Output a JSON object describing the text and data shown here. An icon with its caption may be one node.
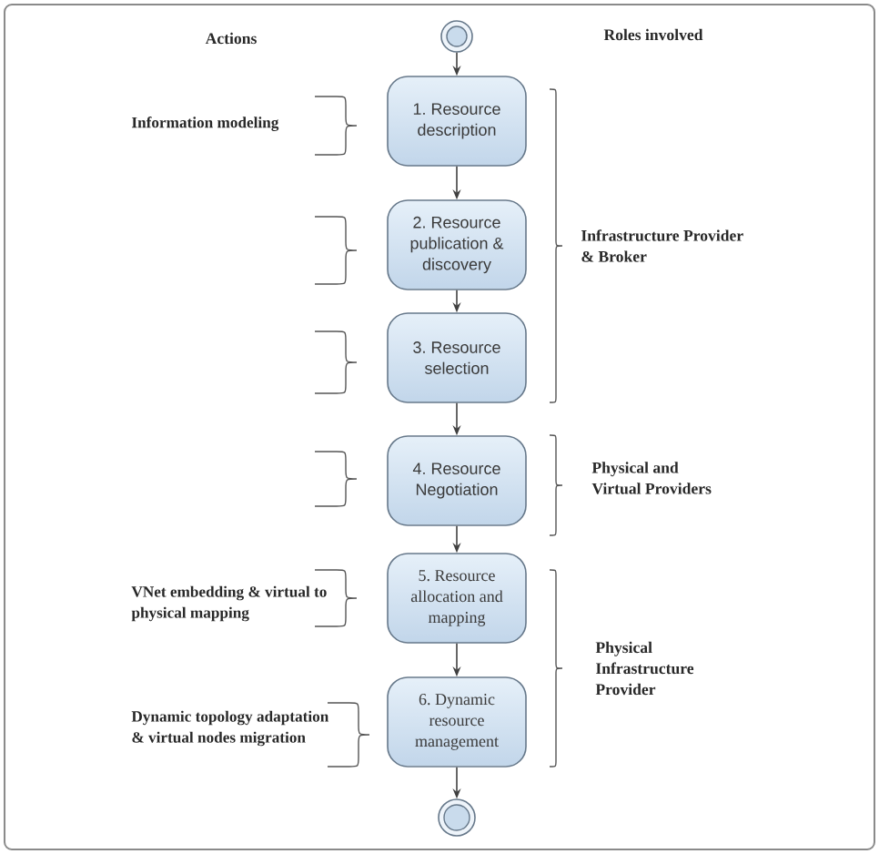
{
  "diagram": {
    "nodes": [
      {
        "text": [],
        "shape": "circle"
      },
      {
        "text": [
          "1. Resource description"
        ]
      },
      {
        "text": [
          "2. Resource publication & discovery"
        ]
      },
      {
        "text": [
          "3. Resource selection"
        ]
      },
      {
        "text": [
          "4. Resource Negotiation"
        ]
      },
      {
        "text": [
          "5. Resource allocation and mapping"
        ]
      },
      {
        "text": [
          "6. Dynamic resource management"
        ]
      },
      {
        "text": [],
        "shape": "circle"
      }
    ],
    "edges": [
      {
        "from": 0,
        "to": 1,
        "arrow": "to"
      },
      {
        "from": 1,
        "to": 2,
        "arrow": "to"
      },
      {
        "from": 2,
        "to": 3,
        "arrow": "to"
      },
      {
        "from": 3,
        "to": 4,
        "arrow": "to"
      },
      {
        "from": 4,
        "to": 5,
        "arrow": "to"
      },
      {
        "from": 5,
        "to": 6,
        "arrow": "to"
      },
      {
        "from": 6,
        "to": 7,
        "arrow": "to"
      }
    ],
    "labels": [
      "Actions",
      "Roles involved",
      "Information modeling",
      "Infrastructure Provider & Broker",
      "Physical and Virtual Providers",
      "VNet embedding & virtual to physical mapping",
      "Physical Infrastructure Provider",
      "Dynamic topology adaptation & virtual nodes migration"
    ]
  }
}
